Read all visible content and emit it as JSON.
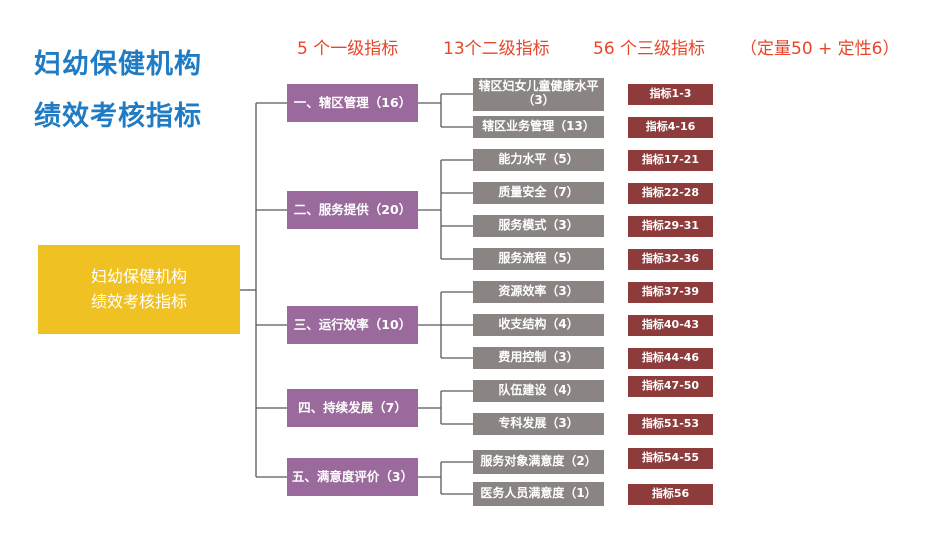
{
  "title": {
    "line1": "妇幼保健机构",
    "line2": "绩效考核指标"
  },
  "summary": {
    "level1": "5 个一级指标",
    "level2": "13个二级指标",
    "level3": "56 个三级指标",
    "note": "（定量50  +  定性6）"
  },
  "root": {
    "line1": "妇幼保健机构",
    "line2": "绩效考核指标"
  },
  "colors": {
    "title": "#1f7cc4",
    "summary": "#e8462a",
    "root": "#f0c123",
    "level1": "#9a6a9c",
    "level2": "#8a8483",
    "level3": "#8e3b3b",
    "connector": "#595959"
  },
  "categories": [
    {
      "label": "一、辖区管理（16）",
      "children": [
        {
          "label": "辖区妇女儿童健康水平（3）",
          "indicator": "指标1-3"
        },
        {
          "label": "辖区业务管理（13）",
          "indicator": "指标4-16"
        }
      ]
    },
    {
      "label": "二、服务提供（20）",
      "children": [
        {
          "label": "能力水平（5）",
          "indicator": "指标17-21"
        },
        {
          "label": "质量安全（7）",
          "indicator": "指标22-28"
        },
        {
          "label": "服务模式（3）",
          "indicator": "指标29-31"
        },
        {
          "label": "服务流程（5）",
          "indicator": "指标32-36"
        }
      ]
    },
    {
      "label": "三、运行效率（10）",
      "children": [
        {
          "label": "资源效率（3）",
          "indicator": "指标37-39"
        },
        {
          "label": "收支结构（4）",
          "indicator": "指标40-43"
        },
        {
          "label": "费用控制（3）",
          "indicator": "指标44-46"
        }
      ]
    },
    {
      "label": "四、持续发展（7）",
      "children": [
        {
          "label": "队伍建设（4）",
          "indicator": "指标47-50"
        },
        {
          "label": "专科发展（3）",
          "indicator": "指标51-53"
        }
      ]
    },
    {
      "label": "五、满意度评价（3）",
      "children": [
        {
          "label": "服务对象满意度（2）",
          "indicator": "指标54-55"
        },
        {
          "label": "医务人员满意度（1）",
          "indicator": "指标56"
        }
      ]
    }
  ]
}
